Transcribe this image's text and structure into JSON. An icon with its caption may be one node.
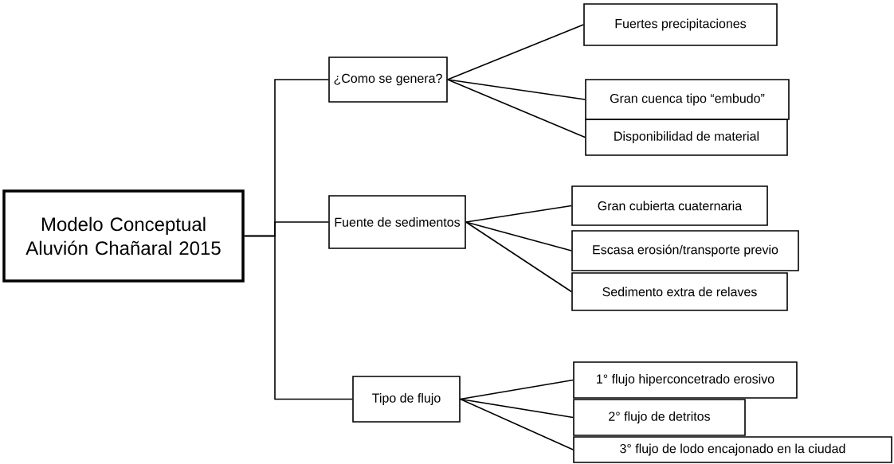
{
  "diagram": {
    "nodes": [
      {
        "text": [
          "Modelo Conceptual Aluvión Chañaral 2015"
        ]
      },
      {
        "text": [
          "¿Como se genera?"
        ]
      },
      {
        "text": [
          "Fuertes precipitaciones"
        ]
      },
      {
        "text": [
          "Gran cuenca tipo “embudo”"
        ]
      },
      {
        "text": [
          "Disponibilidad de material"
        ]
      },
      {
        "text": [
          "Fuente de sedimentos"
        ]
      },
      {
        "text": [
          "Gran cubierta cuaternaria"
        ]
      },
      {
        "text": [
          "Escasa erosión/transporte previo"
        ]
      },
      {
        "text": [
          "Sedimento extra de relaves"
        ]
      },
      {
        "text": [
          "Tipo de flujo"
        ]
      },
      {
        "text": [
          "1° flujo hiperconcetrado erosivo"
        ]
      },
      {
        "text": [
          "2° flujo de detritos"
        ]
      },
      {
        "text": [
          "3° flujo de lodo encajonado en la ciudad"
        ]
      }
    ],
    "edges": [
      {
        "from": 0,
        "to": 1,
        "arrow": "none"
      },
      {
        "from": 0,
        "to": 5,
        "arrow": "none"
      },
      {
        "from": 0,
        "to": 9,
        "arrow": "none"
      },
      {
        "from": 1,
        "to": 2,
        "arrow": "none"
      },
      {
        "from": 1,
        "to": 3,
        "arrow": "none"
      },
      {
        "from": 1,
        "to": 4,
        "arrow": "none"
      },
      {
        "from": 5,
        "to": 6,
        "arrow": "none"
      },
      {
        "from": 5,
        "to": 7,
        "arrow": "none"
      },
      {
        "from": 5,
        "to": 8,
        "arrow": "none"
      },
      {
        "from": 9,
        "to": 10,
        "arrow": "none"
      },
      {
        "from": 9,
        "to": 11,
        "arrow": "none"
      },
      {
        "from": 9,
        "to": 12,
        "arrow": "none"
      }
    ]
  }
}
